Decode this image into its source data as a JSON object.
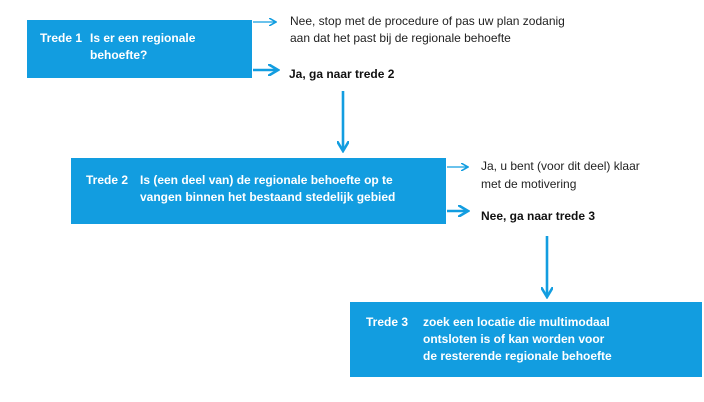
{
  "colors": {
    "box": "#129de0",
    "arrow": "#129de0",
    "text": "#222222"
  },
  "step1": {
    "label": "Trede 1",
    "question_line1": "Is er een regionale",
    "question_line2": "behoefte?",
    "no_line1": "Nee, stop met de procedure of pas uw plan zodanig",
    "no_line2": "aan dat het past bij de regionale behoefte",
    "yes": "Ja, ga naar trede 2"
  },
  "step2": {
    "label": "Trede 2",
    "question_line1": "Is (een deel van) de regionale behoefte op te",
    "question_line2": "vangen binnen het bestaand stedelijk gebied",
    "yes_line1": "Ja, u bent (voor dit deel) klaar",
    "yes_line2": "met de motivering",
    "no": "Nee, ga naar trede 3"
  },
  "step3": {
    "label": "Trede 3",
    "text_line1": "zoek een locatie die multimodaal",
    "text_line2": "ontsloten is of kan worden voor",
    "text_line3": "de resterende regionale behoefte"
  }
}
